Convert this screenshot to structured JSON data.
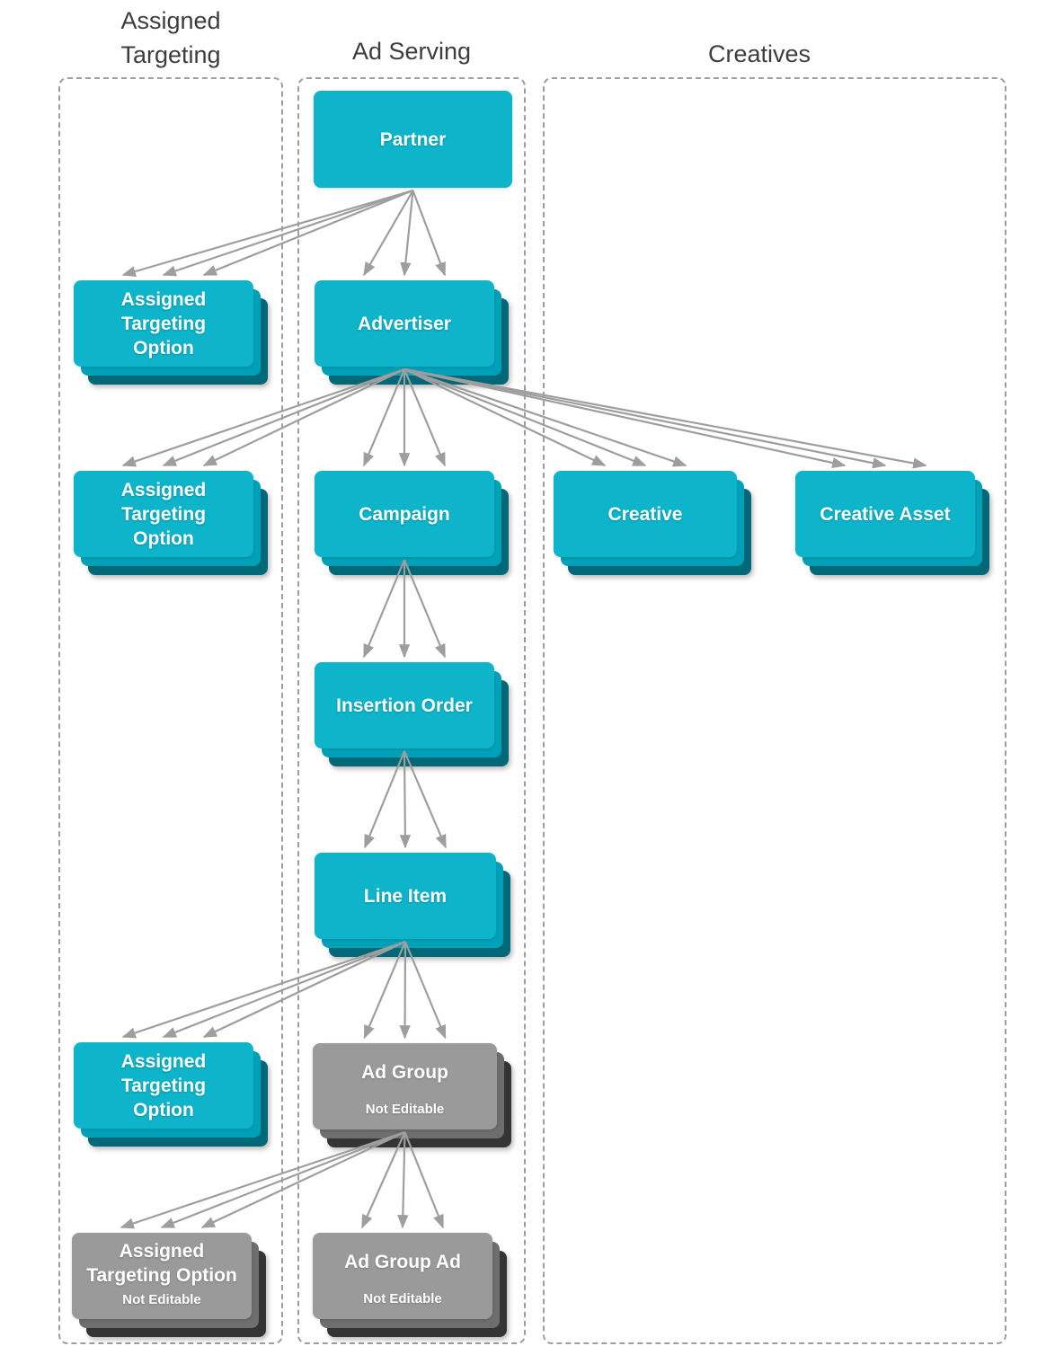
{
  "columns": [
    {
      "id": "assigned_targeting",
      "label": "Assigned\nTargeting"
    },
    {
      "id": "ad_serving",
      "label": "Ad Serving"
    },
    {
      "id": "creatives",
      "label": "Creatives"
    }
  ],
  "nodes": {
    "partner": {
      "label": "Partner"
    },
    "ato1": {
      "label": "Assigned\nTargeting\nOption"
    },
    "advertiser": {
      "label": "Advertiser"
    },
    "ato2": {
      "label": "Assigned\nTargeting\nOption"
    },
    "campaign": {
      "label": "Campaign"
    },
    "creative": {
      "label": "Creative"
    },
    "creative_asset": {
      "label": "Creative Asset"
    },
    "insertion_order": {
      "label": "Insertion Order"
    },
    "line_item": {
      "label": "Line Item"
    },
    "ato3": {
      "label": "Assigned\nTargeting\nOption"
    },
    "ad_group": {
      "label": "Ad Group",
      "sublabel": "Not Editable"
    },
    "ato4": {
      "label": "Assigned\nTargeting Option",
      "sublabel": "Not Editable"
    },
    "ad_group_ad": {
      "label": "Ad Group Ad",
      "sublabel": "Not Editable"
    }
  },
  "edges": [
    {
      "from": "partner",
      "to": "ato1"
    },
    {
      "from": "partner",
      "to": "advertiser"
    },
    {
      "from": "advertiser",
      "to": "ato2"
    },
    {
      "from": "advertiser",
      "to": "campaign"
    },
    {
      "from": "advertiser",
      "to": "creative"
    },
    {
      "from": "advertiser",
      "to": "creative_asset"
    },
    {
      "from": "campaign",
      "to": "insertion_order"
    },
    {
      "from": "insertion_order",
      "to": "line_item"
    },
    {
      "from": "line_item",
      "to": "ato3"
    },
    {
      "from": "line_item",
      "to": "ad_group"
    },
    {
      "from": "ad_group",
      "to": "ato4"
    },
    {
      "from": "ad_group",
      "to": "ad_group_ad"
    }
  ],
  "colors": {
    "node_cyan_front": "#0DB4CA",
    "node_cyan_mid": "#00A1B8",
    "node_cyan_back": "#006876",
    "node_gray_front": "#9A9A9A",
    "node_gray_mid": "#6E6E6E",
    "node_gray_back": "#343434",
    "arrow": "#9E9E9E",
    "column_border": "#9E9E9E",
    "header_text": "#3D3D3D"
  }
}
